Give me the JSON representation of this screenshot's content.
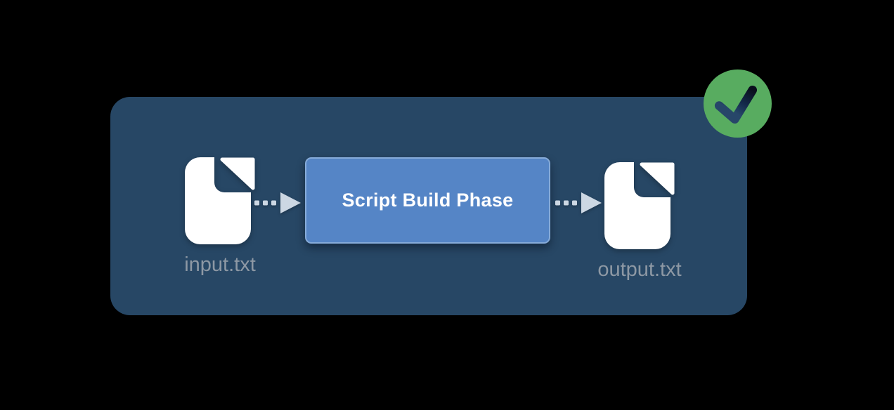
{
  "diagram": {
    "input_file": {
      "label": "input.txt",
      "icon": "document-icon"
    },
    "process": {
      "label": "Script Build Phase"
    },
    "output_file": {
      "label": "output.txt",
      "icon": "document-icon"
    },
    "status_badge": {
      "icon": "checkmark-icon",
      "state": "success"
    }
  },
  "colors": {
    "page-bg": "#000000",
    "panel-bg": "#274765",
    "process-box-fill": "#5585c6",
    "process-box-border": "#86abd9",
    "process-box-text": "#ffffff",
    "file-label": "#8d98a4",
    "file-icon": "#ffffff",
    "arrow": "#ccd7e3",
    "badge-green": "#58ac60",
    "check-dark": "#0a0f1d",
    "check-mid": "#13294a",
    "check-navy": "#274669"
  }
}
